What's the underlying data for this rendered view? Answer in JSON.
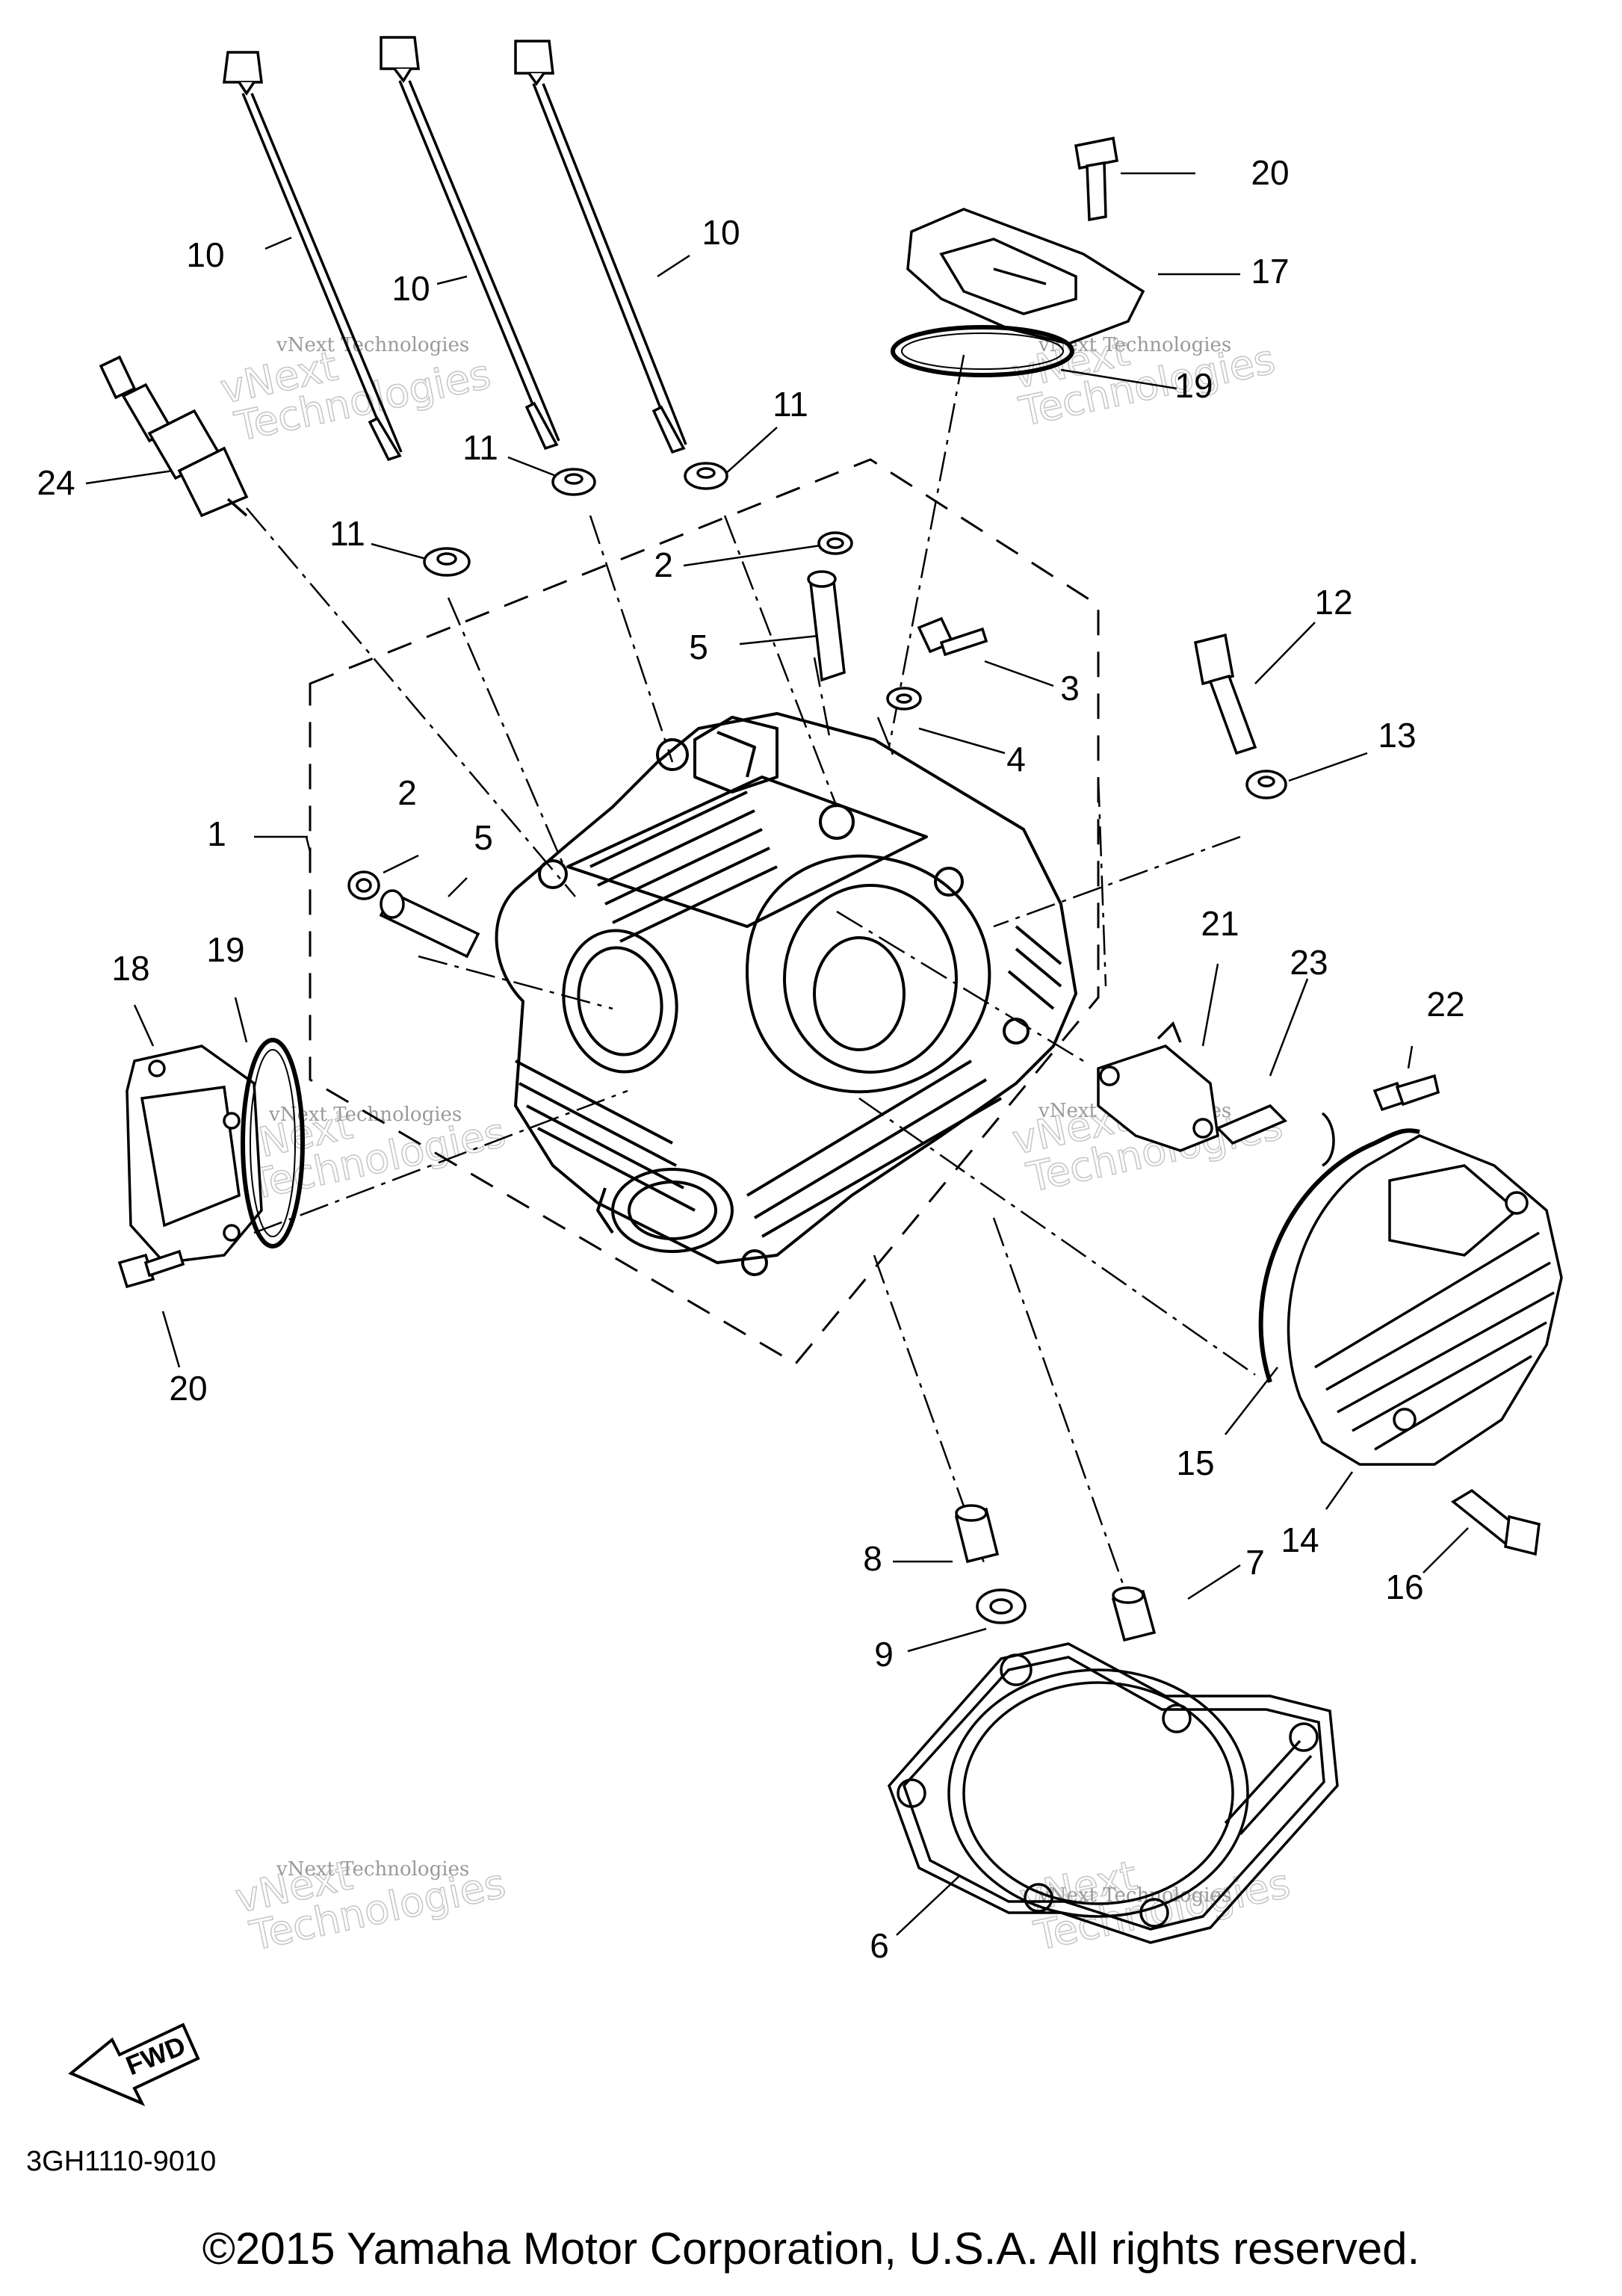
{
  "diagram": {
    "callouts": [
      {
        "id": "c1",
        "label": "1"
      },
      {
        "id": "c2a",
        "label": "2"
      },
      {
        "id": "c2b",
        "label": "2"
      },
      {
        "id": "c3",
        "label": "3"
      },
      {
        "id": "c4",
        "label": "4"
      },
      {
        "id": "c5a",
        "label": "5"
      },
      {
        "id": "c5b",
        "label": "5"
      },
      {
        "id": "c6",
        "label": "6"
      },
      {
        "id": "c7",
        "label": "7"
      },
      {
        "id": "c8",
        "label": "8"
      },
      {
        "id": "c9",
        "label": "9"
      },
      {
        "id": "c10a",
        "label": "10"
      },
      {
        "id": "c10b",
        "label": "10"
      },
      {
        "id": "c10c",
        "label": "10"
      },
      {
        "id": "c11a",
        "label": "11"
      },
      {
        "id": "c11b",
        "label": "11"
      },
      {
        "id": "c11c",
        "label": "11"
      },
      {
        "id": "c12",
        "label": "12"
      },
      {
        "id": "c13",
        "label": "13"
      },
      {
        "id": "c14",
        "label": "14"
      },
      {
        "id": "c15",
        "label": "15"
      },
      {
        "id": "c16",
        "label": "16"
      },
      {
        "id": "c17",
        "label": "17"
      },
      {
        "id": "c18",
        "label": "18"
      },
      {
        "id": "c19a",
        "label": "19"
      },
      {
        "id": "c19b",
        "label": "19"
      },
      {
        "id": "c20a",
        "label": "20"
      },
      {
        "id": "c20b",
        "label": "20"
      },
      {
        "id": "c21",
        "label": "21"
      },
      {
        "id": "c22",
        "label": "22"
      },
      {
        "id": "c23",
        "label": "23"
      },
      {
        "id": "c24",
        "label": "24"
      }
    ],
    "fwd_label": "FWD",
    "part_number": "3GH1110-9010",
    "watermark": {
      "small": "vNext Technologies",
      "big_line1": "vNext",
      "big_line2": "Technologies"
    }
  },
  "footer": {
    "copyright": "©2015 Yamaha Motor Corporation, U.S.A. All rights reserved."
  },
  "colors": {
    "line": "#000000",
    "watermark": "#9a9a9a",
    "background": "#ffffff"
  }
}
